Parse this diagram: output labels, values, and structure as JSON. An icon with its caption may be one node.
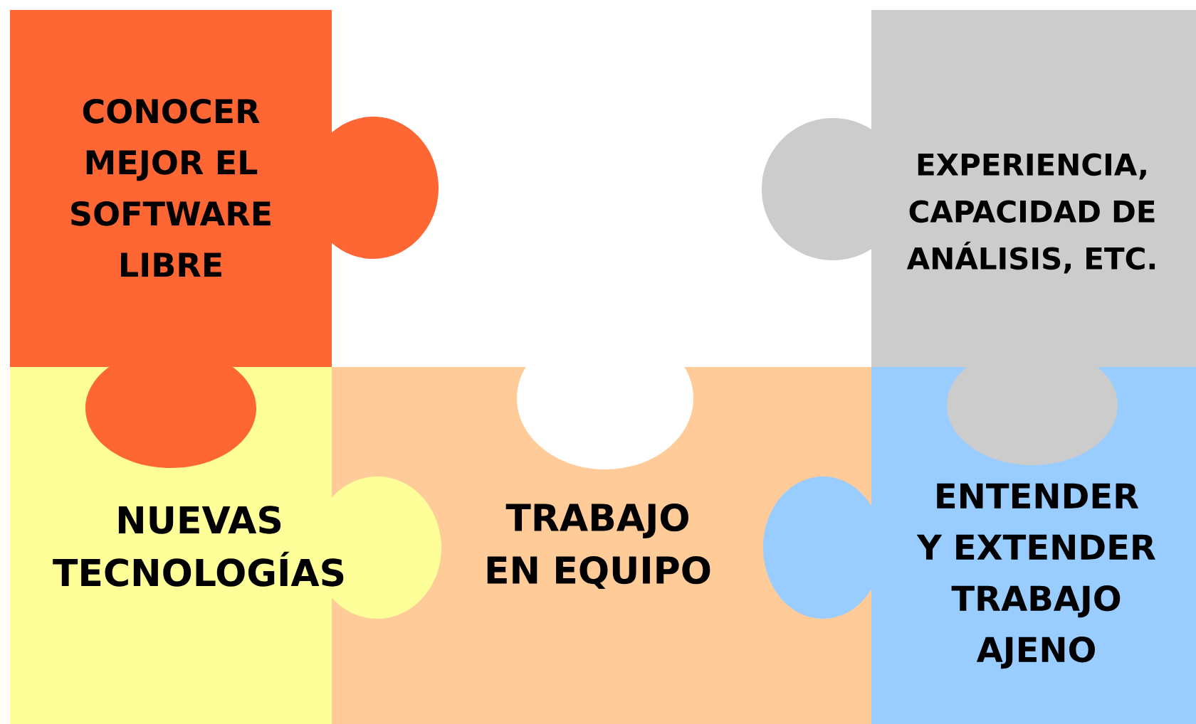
{
  "diagram": {
    "nodes": [
      {
        "text": [
          "CONOCER MEJOR EL SOFTWARE LIBRE"
        ]
      },
      {
        "text": [
          "EXPERIENCIA, CAPACIDAD DE ANÁLISIS, ETC."
        ]
      },
      {
        "text": [
          "NUEVAS TECNOLOGÍAS"
        ]
      },
      {
        "text": [
          "TRABAJO EN EQUIPO"
        ]
      },
      {
        "text": [
          "ENTENDER Y EXTENDER TRABAJO AJENO"
        ]
      }
    ]
  }
}
